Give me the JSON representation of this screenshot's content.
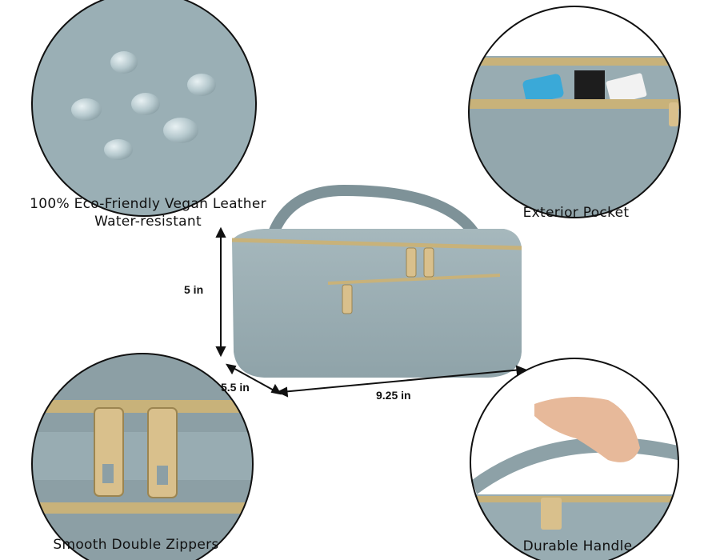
{
  "features": {
    "material": {
      "line1": "100% Eco-Friendly Vegan Leather",
      "line2": "Water-resistant"
    },
    "pocket": "Exterior Pocket",
    "zippers": "Smooth Double Zippers",
    "handle": "Durable Handle"
  },
  "dimensions": {
    "height": "5 in",
    "depth": "5.5 in",
    "width": "9.25 in"
  },
  "colors": {
    "bag": "#97abb1",
    "bag_dark": "#7e9298",
    "zipper_gold": "#c8b27a",
    "zipper_metal": "#d9c08c"
  }
}
